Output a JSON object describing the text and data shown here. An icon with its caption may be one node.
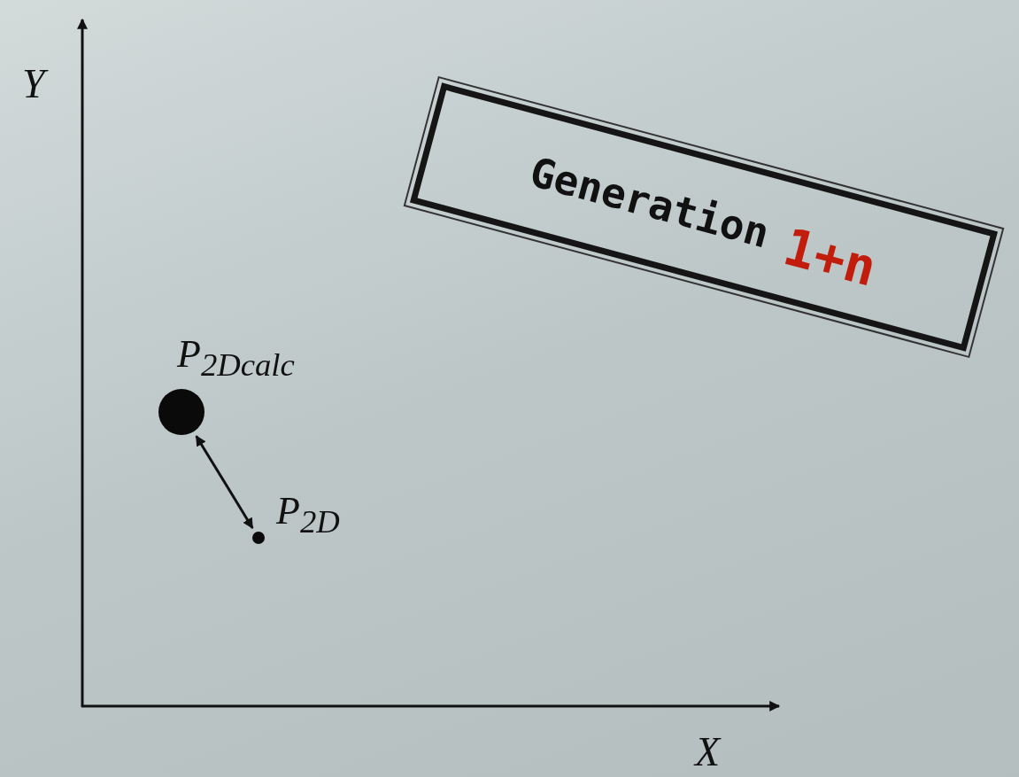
{
  "diagram": {
    "nodes": [
      {
        "text": [],
        "shape": "circle",
        "beside": [
          "P$_{2Dcalc}$"
        ]
      },
      {
        "text": [],
        "shape": "circle",
        "beside": [
          "P$_{2D}$"
        ]
      },
      {
        "text": [
          "Generation",
          "1+n"
        ]
      }
    ],
    "edges": [
      {
        "from": 0,
        "to": 1,
        "arrow": "both"
      }
    ],
    "labels": [
      "Y",
      "X"
    ]
  }
}
